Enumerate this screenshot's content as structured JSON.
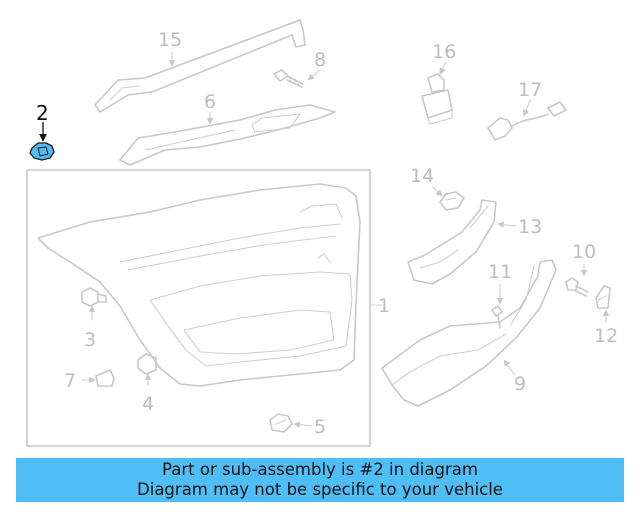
{
  "diagram": {
    "callouts": [
      "1",
      "2",
      "3",
      "4",
      "5",
      "6",
      "7",
      "8",
      "9",
      "10",
      "11",
      "12",
      "13",
      "14",
      "15",
      "16",
      "17"
    ],
    "highlight_color": "#4fbef6",
    "line_color": "#c8c8c8"
  },
  "banner": {
    "line1": "Part or sub-assembly is #2 in diagram",
    "line2": "Diagram may not be specific to your vehicle",
    "color": "#4fbef6"
  }
}
